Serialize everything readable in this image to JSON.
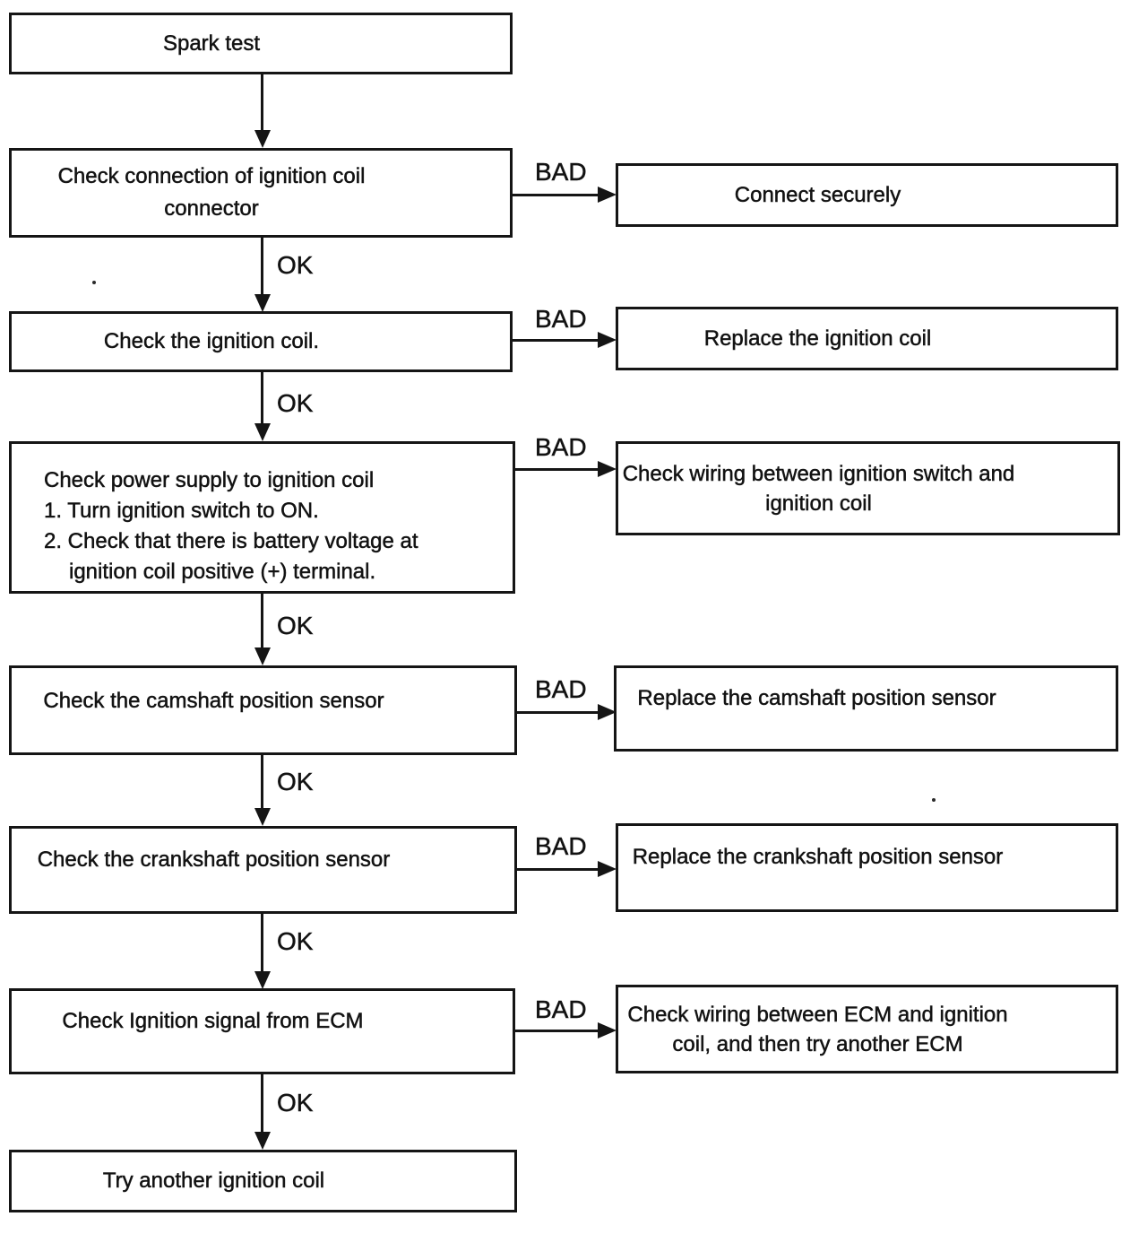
{
  "diagram": {
    "labels": {
      "ok": "OK",
      "bad": "BAD"
    },
    "nodes": {
      "spark_test": {
        "text": "Spark test"
      },
      "check_connection": {
        "line1": "Check connection of ignition coil",
        "line2": "connector"
      },
      "connect_securely": {
        "text": "Connect securely"
      },
      "check_ignition_coil": {
        "text": "Check the ignition coil."
      },
      "replace_ignition_coil": {
        "text": "Replace the ignition coil"
      },
      "check_power_supply": {
        "line1": "Check power supply to ignition coil",
        "line2": "1. Turn ignition switch to ON.",
        "line3": "2. Check that there is battery voltage at",
        "line4": "ignition coil positive (+) terminal."
      },
      "check_wiring_switch": {
        "line1": "Check wiring between ignition switch and",
        "line2": "ignition coil"
      },
      "check_camshaft": {
        "text": "Check the camshaft position sensor"
      },
      "replace_camshaft": {
        "text": "Replace the camshaft position sensor"
      },
      "check_crankshaft": {
        "text": "Check the crankshaft position sensor"
      },
      "replace_crankshaft": {
        "text": "Replace the crankshaft position sensor"
      },
      "check_ecm_signal": {
        "text": "Check Ignition signal from ECM"
      },
      "check_wiring_ecm": {
        "line1": "Check wiring between ECM and ignition",
        "line2": "coil, and then try another ECM"
      },
      "try_another_coil": {
        "text": "Try another ignition coil"
      }
    }
  }
}
